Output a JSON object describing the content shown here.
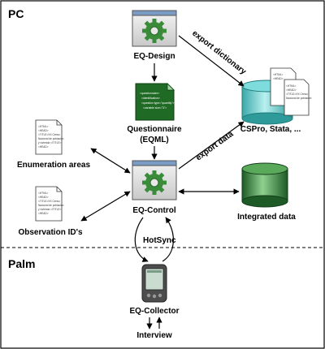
{
  "sections": {
    "pc": "PC",
    "palm": "Palm"
  },
  "nodes": {
    "eq_design": "EQ-Design",
    "questionnaire": "Questionnaire",
    "questionnaire_sub": "(EQML)",
    "cspro": "CSPro, Stata, ...",
    "enumeration": "Enumeration areas",
    "eq_control": "EQ-Control",
    "integrated": "Integrated data",
    "observation": "Observation ID's",
    "eq_collector": "EQ-Collector",
    "interview": "Interview"
  },
  "edges": {
    "export_dictionary": "export dictionary",
    "export_data": "export data",
    "hotsync": "HotSync"
  },
  "doc_lines": [
    "<HTML>",
    "<HEAD>",
    "<TITLE>XX Censo",
    "Nacional de poblacion",
    "y vivienda </TITLE>",
    "<HEAD>"
  ],
  "questionnaire_lines": [
    "<questionnaire>",
    "<identification>",
    "<question type=\"quantity\">",
    "<variable size=\"3\">"
  ],
  "colors": {
    "gear": "#3a8c3a",
    "cylinder_cyan": "#5cc5c5",
    "cylinder_green": "#2f7d3a",
    "window_bar": "#7a9cc4",
    "questionnaire_bg": "#1f6b25"
  }
}
